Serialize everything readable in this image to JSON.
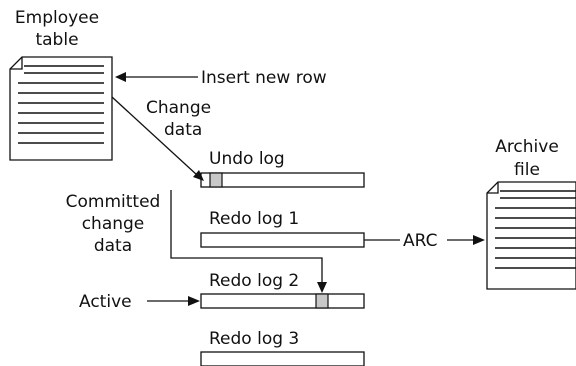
{
  "labels": {
    "employee_table": [
      "Employee",
      "table"
    ],
    "insert_new_row": "Insert new row",
    "change_data": [
      "Change",
      "data"
    ],
    "undo_log": "Undo log",
    "committed_change_data": [
      "Committed",
      "change",
      "data"
    ],
    "redo_log_1": "Redo log 1",
    "arc": "ARC",
    "archive_file": [
      "Archive",
      "file"
    ],
    "redo_log_2": "Redo log 2",
    "active": "Active",
    "redo_log_3": "Redo log 3"
  },
  "colors": {
    "ink": "#111111",
    "shaded_block": "#c8c8c8",
    "background": "#ffffff"
  }
}
